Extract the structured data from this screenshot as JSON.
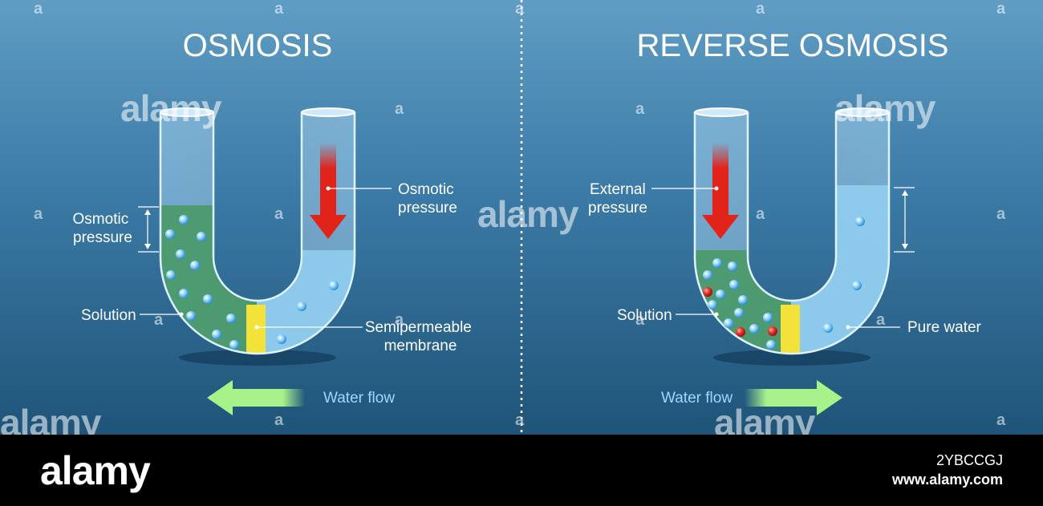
{
  "left_panel": {
    "title": "OSMOSIS",
    "label_osmotic_pressure_right": [
      "Osmotic",
      "pressure"
    ],
    "label_osmotic_pressure_left": [
      "Osmotic",
      "pressure"
    ],
    "label_solution": "Solution",
    "label_membrane": [
      "Semipermeable",
      "membrane"
    ],
    "label_water_flow": "Water flow"
  },
  "right_panel": {
    "title": "REVERSE OSMOSIS",
    "label_external_pressure": [
      "External",
      "pressure"
    ],
    "label_solution": "Solution",
    "label_pure_water": "Pure water",
    "label_water_flow": "Water flow"
  },
  "footer": {
    "logo": "alamy",
    "image_id": "2YBCCGJ",
    "url": "www.alamy.com"
  },
  "watermark": {
    "text": "alamy",
    "mark": "a"
  },
  "colors": {
    "background": "#2f6f9a",
    "solution": "#4b9a6a",
    "pure_water": "#8ecbed",
    "membrane": "#f2e23a",
    "pressure_arrow": "#e2231a",
    "flow_arrow": "#a9f28a",
    "flow_text": "#9fd7ff"
  }
}
